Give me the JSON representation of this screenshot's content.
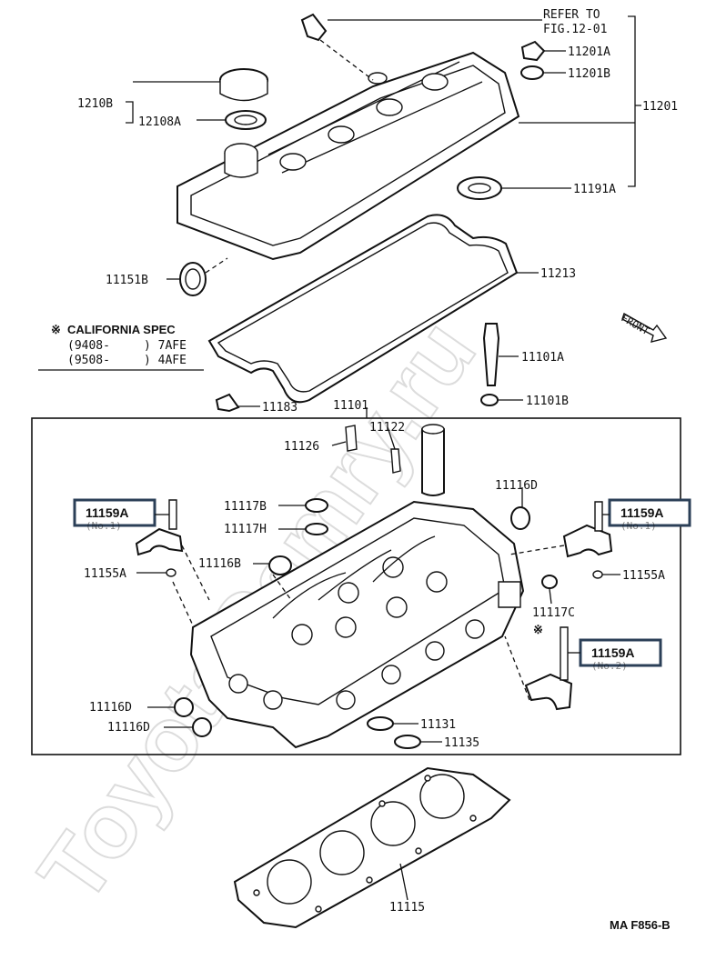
{
  "watermark": "ToyotaCamry.ru",
  "figure_id": "MA F856-B",
  "refer": {
    "line1": "REFER TO",
    "line2": "FIG.12-01"
  },
  "california_note": {
    "line1": "CALIFORNIA SPEC",
    "line2_code": "(9408-",
    "line2_engine": ") 7AFE",
    "line3_code": "(9508-",
    "line3_engine": ") 4AFE",
    "symbol": "※"
  },
  "front_label": "FRONT",
  "parts": {
    "p11201": "11201",
    "p11201A": "11201A",
    "p11201B": "11201B",
    "p1210B": "1210B",
    "p12108A": "12108A",
    "p11191A": "11191A",
    "p11151B": "11151B",
    "p11213": "11213",
    "p11101A": "11101A",
    "p11101B": "11101B",
    "p11183": "11183",
    "p11101": "11101",
    "p11122": "11122",
    "p11126": "11126",
    "p11116D_top": "11116D",
    "p11117B": "11117B",
    "p11117H": "11117H",
    "p11116B": "11116B",
    "p11155A_left": "11155A",
    "p11155A_right": "11155A",
    "p11117C": "11117C",
    "p11116D_a": "11116D",
    "p11116D_b": "11116D",
    "p11131": "11131",
    "p11135": "11135",
    "p11115": "11115"
  },
  "highlighted_parts": {
    "left": "11159A",
    "right": "11159A",
    "lower": "11159A",
    "no_mark": "(No.1)",
    "no_mark_lower": "(No.2)",
    "asterisk": "※"
  }
}
